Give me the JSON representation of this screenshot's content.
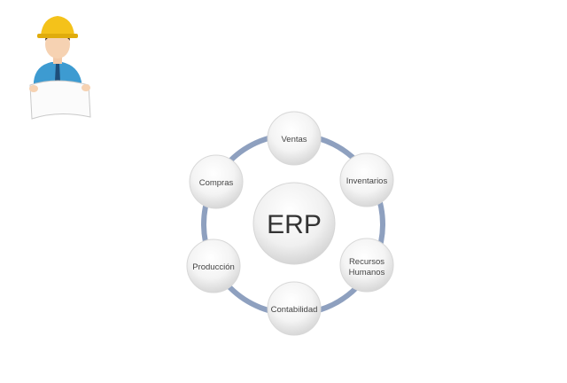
{
  "diagram": {
    "center_label": "ERP",
    "nodes": [
      {
        "id": "ventas",
        "lines": [
          "Ventas"
        ]
      },
      {
        "id": "inventarios",
        "lines": [
          "Inventarios"
        ]
      },
      {
        "id": "recursos-humanos",
        "lines": [
          "Recursos",
          "Humanos"
        ]
      },
      {
        "id": "contabilidad",
        "lines": [
          "Contabilidad"
        ]
      },
      {
        "id": "produccion",
        "lines": [
          "Producción"
        ]
      },
      {
        "id": "compras",
        "lines": [
          "Compras"
        ]
      }
    ]
  },
  "colors": {
    "ring": "#8ea0bf",
    "bubble_light": "#ffffff",
    "bubble_dark": "#dcdcdc",
    "text": "#444444",
    "helmet": "#f4c21a",
    "shirt": "#3d9bd1"
  },
  "illustration": {
    "icon": "engineer-holding-blueprint-icon"
  }
}
